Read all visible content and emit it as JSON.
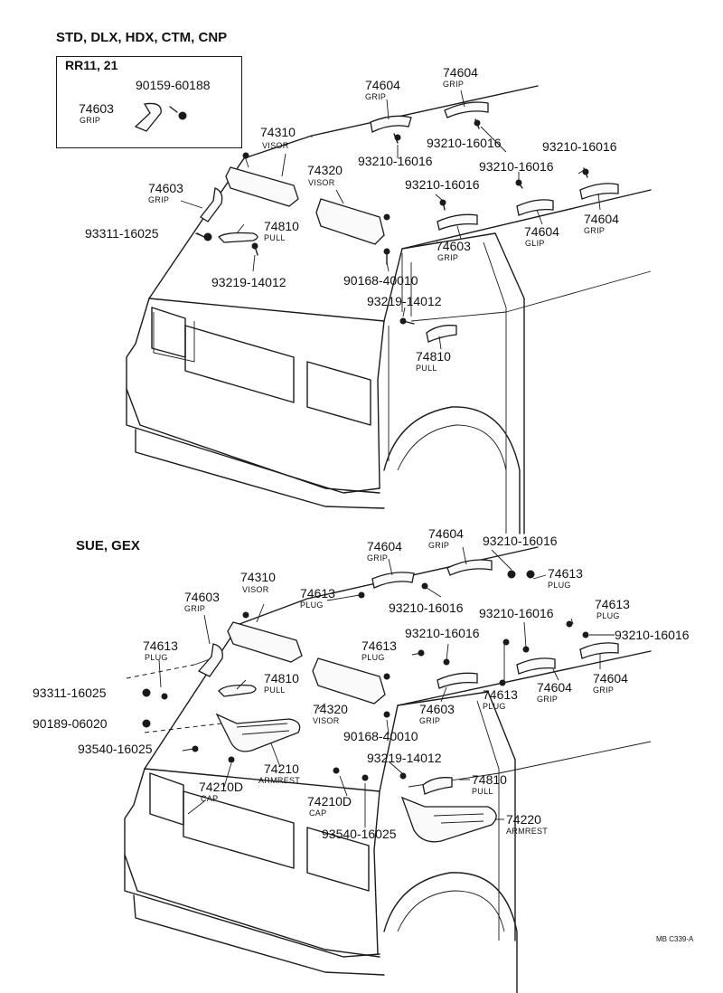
{
  "colors": {
    "ink": "#1a1a1a",
    "paper": "#ffffff"
  },
  "top": {
    "heading": "STD, DLX, HDX, CTM, CNP",
    "inset": {
      "title": "RR11, 21",
      "bolt": "90159-60188",
      "part_no": "74603",
      "part_name": "GRIP"
    },
    "labels": [
      {
        "no": "74604",
        "name": "GRIP"
      },
      {
        "no": "74604",
        "name": "GRIP"
      },
      {
        "no": "74310",
        "name": "VISOR"
      },
      {
        "no": "93210-16016"
      },
      {
        "no": "93210-16016"
      },
      {
        "no": "74320",
        "name": "VISOR"
      },
      {
        "no": "93210-16016"
      },
      {
        "no": "74603",
        "name": "GRIP"
      },
      {
        "no": "93210-16016"
      },
      {
        "no": "74810",
        "name": "PULL"
      },
      {
        "no": "93311-16025"
      },
      {
        "no": "74603",
        "name": "GRIP"
      },
      {
        "no": "74604",
        "name": "GLIP"
      },
      {
        "no": "74604",
        "name": "GRIP"
      },
      {
        "no": "93219-14012"
      },
      {
        "no": "90168-40010"
      },
      {
        "no": "93219-14012"
      },
      {
        "no": "74810",
        "name": "PULL"
      }
    ]
  },
  "bottom": {
    "heading": "SUE, GEX",
    "labels": [
      {
        "no": "74604",
        "name": "GRIP"
      },
      {
        "no": "93210-16016"
      },
      {
        "no": "74604",
        "name": "GRIP"
      },
      {
        "no": "74613",
        "name": "PLUG"
      },
      {
        "no": "74310",
        "name": "VISOR"
      },
      {
        "no": "74613",
        "name": "PLUG"
      },
      {
        "no": "74603",
        "name": "GRIP"
      },
      {
        "no": "93210-16016"
      },
      {
        "no": "93210-16016"
      },
      {
        "no": "74613",
        "name": "PLUG"
      },
      {
        "no": "93210-16016"
      },
      {
        "no": "93210-16016"
      },
      {
        "no": "74613",
        "name": "PLUG"
      },
      {
        "no": "74613",
        "name": "PLUG"
      },
      {
        "no": "74810",
        "name": "PULL"
      },
      {
        "no": "74613",
        "name": "PLUG"
      },
      {
        "no": "74604",
        "name": "GRIP"
      },
      {
        "no": "74604",
        "name": "GRIP"
      },
      {
        "no": "93311-16025"
      },
      {
        "no": "74320",
        "name": "VISOR"
      },
      {
        "no": "74603",
        "name": "GRIP"
      },
      {
        "no": "90189-06020"
      },
      {
        "no": "90168-40010"
      },
      {
        "no": "93540-16025"
      },
      {
        "no": "93219-14012"
      },
      {
        "no": "74210",
        "name": "ARMREST"
      },
      {
        "no": "74210D",
        "name": "CAP"
      },
      {
        "no": "74810",
        "name": "PULL"
      },
      {
        "no": "74210D",
        "name": "CAP"
      },
      {
        "no": "74220",
        "name": "ARMREST"
      },
      {
        "no": "93540-16025"
      }
    ]
  },
  "footer_code": "MB C339-A"
}
